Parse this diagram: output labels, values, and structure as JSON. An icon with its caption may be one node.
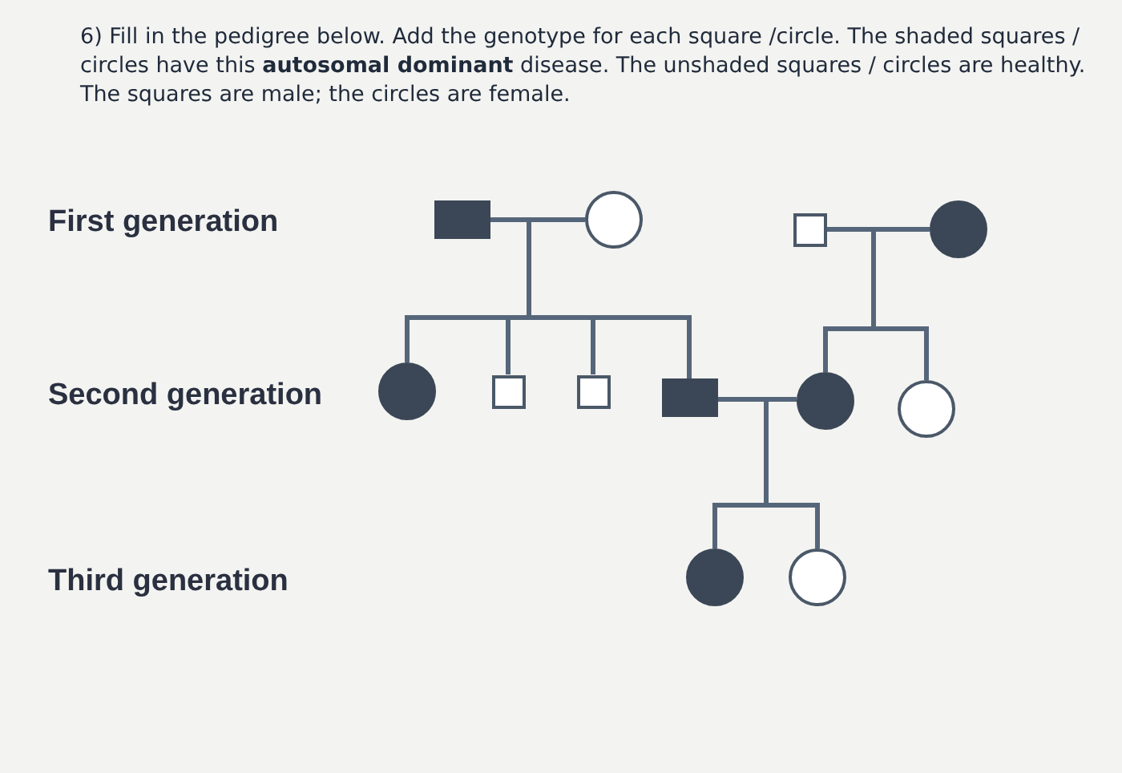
{
  "diagram": {
    "title": "6) Fill in the pedigree below. Add the genotype for each square /circle. The shaded squares / circles have this **autosomal dominant** disease. The unshaded squares / circles are healthy. The squares are male; the circles are female.",
    "nodes": [
      {
        "text": [],
        "shape": "box"
      },
      {
        "text": [],
        "shape": "circle"
      },
      {
        "text": [],
        "shape": "box"
      },
      {
        "text": [],
        "shape": "circle"
      },
      {
        "text": [],
        "shape": "circle"
      },
      {
        "text": [],
        "shape": "box"
      },
      {
        "text": [],
        "shape": "box"
      },
      {
        "text": [],
        "shape": "box"
      },
      {
        "text": [],
        "shape": "circle"
      },
      {
        "text": [],
        "shape": "circle"
      },
      {
        "text": [],
        "shape": "circle"
      },
      {
        "text": [],
        "shape": "circle"
      }
    ],
    "edges": [
      {
        "from": 0,
        "to": 1,
        "arrow": "none"
      },
      {
        "from": 2,
        "to": 3,
        "arrow": "none"
      },
      {
        "from": 0,
        "to": 4,
        "arrow": "none"
      },
      {
        "from": 0,
        "to": 5,
        "arrow": "none"
      },
      {
        "from": 0,
        "to": 6,
        "arrow": "none"
      },
      {
        "from": 0,
        "to": 7,
        "arrow": "none"
      },
      {
        "from": 1,
        "to": 4,
        "arrow": "none"
      },
      {
        "from": 1,
        "to": 5,
        "arrow": "none"
      },
      {
        "from": 1,
        "to": 6,
        "arrow": "none"
      },
      {
        "from": 1,
        "to": 7,
        "arrow": "none"
      },
      {
        "from": 2,
        "to": 8,
        "arrow": "none"
      },
      {
        "from": 2,
        "to": 9,
        "arrow": "none"
      },
      {
        "from": 3,
        "to": 8,
        "arrow": "none"
      },
      {
        "from": 3,
        "to": 9,
        "arrow": "none"
      },
      {
        "from": 7,
        "to": 8,
        "arrow": "none"
      },
      {
        "from": 7,
        "to": 10,
        "arrow": "none"
      },
      {
        "from": 7,
        "to": 11,
        "arrow": "none"
      },
      {
        "from": 8,
        "to": 10,
        "arrow": "none"
      },
      {
        "from": 8,
        "to": 11,
        "arrow": "none"
      }
    ],
    "labels": [
      "First generation",
      "Second generation",
      "Third generation"
    ]
  }
}
